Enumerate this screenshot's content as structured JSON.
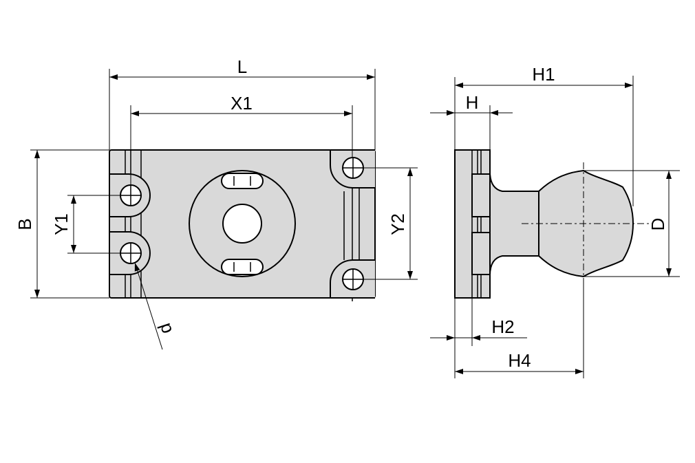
{
  "labels": {
    "L": "L",
    "X1": "X1",
    "B": "B",
    "Y1": "Y1",
    "Y2": "Y2",
    "d": "d",
    "H1": "H1",
    "H": "H",
    "D": "D",
    "H2": "H2",
    "H4": "H4"
  }
}
